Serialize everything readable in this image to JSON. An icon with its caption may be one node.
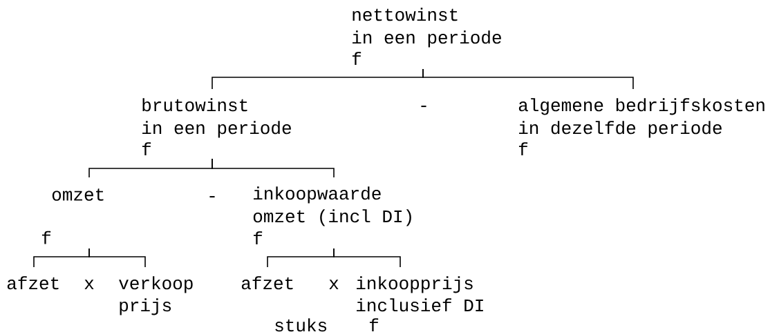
{
  "diagram": {
    "nodes": [
      {
        "text": [
          "nettowinst",
          "in een periode",
          "f"
        ]
      },
      {
        "text": [
          "brutowinst",
          "in een periode",
          "f"
        ]
      },
      {
        "text": [
          "algemene bedrijfskosten",
          "in dezelfde periode",
          "f"
        ]
      },
      {
        "text": [
          "omzet",
          "f"
        ]
      },
      {
        "text": [
          "inkoopwaarde",
          "omzet (incl DI)",
          "f"
        ]
      },
      {
        "text": [
          "afzet"
        ]
      },
      {
        "text": [
          "verkoop",
          "prijs"
        ]
      },
      {
        "text": [
          "afzet"
        ],
        "beside": [
          "stuks"
        ]
      },
      {
        "text": [
          "inkoopprijs",
          "inclusief DI",
          "f"
        ]
      }
    ],
    "edges": [
      {
        "from": 0,
        "to": 1,
        "arrow": "none"
      },
      {
        "from": 0,
        "to": 2,
        "arrow": "none"
      },
      {
        "from": 1,
        "to": 3,
        "arrow": "none"
      },
      {
        "from": 1,
        "to": 4,
        "arrow": "none"
      },
      {
        "from": 3,
        "to": 5,
        "arrow": "none"
      },
      {
        "from": 3,
        "to": 6,
        "arrow": "none"
      },
      {
        "from": 4,
        "to": 7,
        "arrow": "none"
      },
      {
        "from": 4,
        "to": 8,
        "arrow": "none"
      }
    ],
    "labels": [
      "-",
      "-",
      "x",
      "x"
    ]
  }
}
